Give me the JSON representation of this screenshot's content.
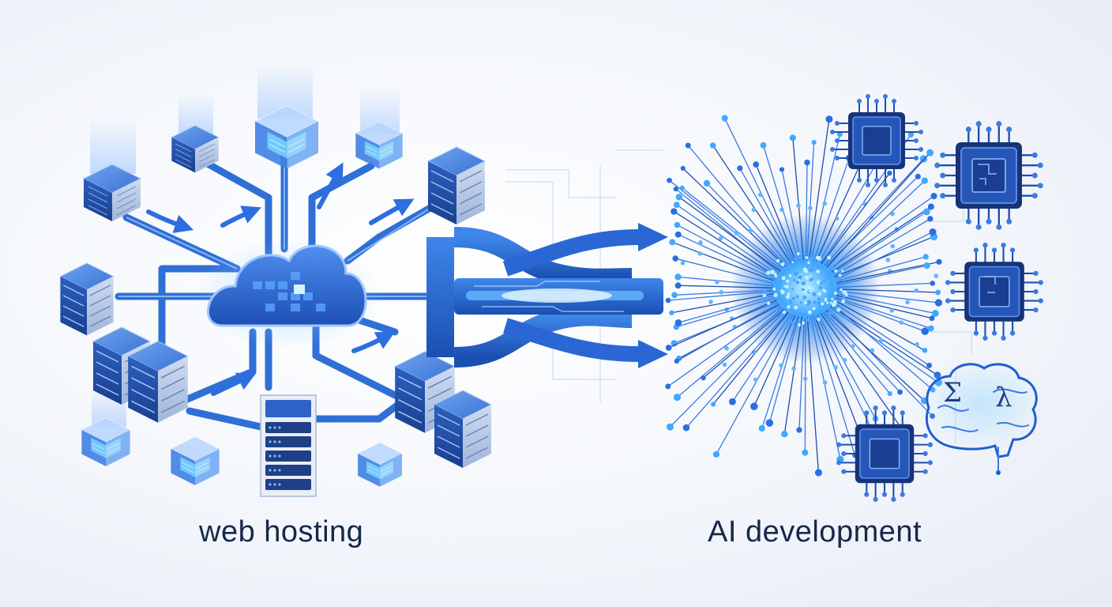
{
  "left_section": {
    "caption": "web hosting"
  },
  "right_section": {
    "caption": "AI development"
  },
  "brain_icon": {
    "symbols": [
      "Σ",
      "λ"
    ]
  },
  "colors": {
    "primary": "#1f5fcf",
    "dark": "#16284a",
    "accent": "#3fa8ff",
    "glow": "#8fd3ff"
  }
}
